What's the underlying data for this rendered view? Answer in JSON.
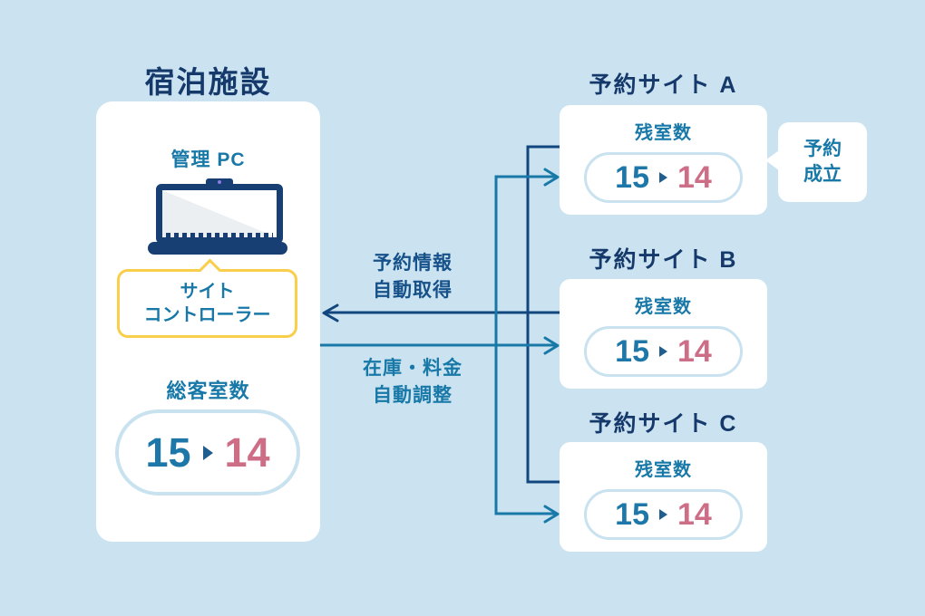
{
  "palette": {
    "background": "#CBE3F0",
    "title_navy": "#16396B",
    "line_navy": "#11477E",
    "teal": "#1879A8",
    "number_pink": "#CE6E86",
    "controller_yellow": "#F8CE4B",
    "pill_border_blue": "#C9E2F0"
  },
  "facility": {
    "title": "宿泊施設",
    "pc_label": "管理 PC",
    "controller": {
      "line1": "サイト",
      "line2": "コントローラー"
    },
    "total_rooms_label": "総客室数",
    "rooms": {
      "before": "15",
      "after": "14"
    }
  },
  "flows": {
    "incoming": {
      "line1": "予約情報",
      "line2": "自動取得"
    },
    "outgoing": {
      "line1": "在庫・料金",
      "line2": "自動調整"
    }
  },
  "sites": [
    {
      "title": "予約サイト A",
      "rooms_label": "残室数",
      "rooms": {
        "before": "15",
        "after": "14"
      }
    },
    {
      "title": "予約サイト B",
      "rooms_label": "残室数",
      "rooms": {
        "before": "15",
        "after": "14"
      }
    },
    {
      "title": "予約サイト C",
      "rooms_label": "残室数",
      "rooms": {
        "before": "15",
        "after": "14"
      }
    }
  ],
  "callout": {
    "line1": "予約",
    "line2": "成立"
  }
}
